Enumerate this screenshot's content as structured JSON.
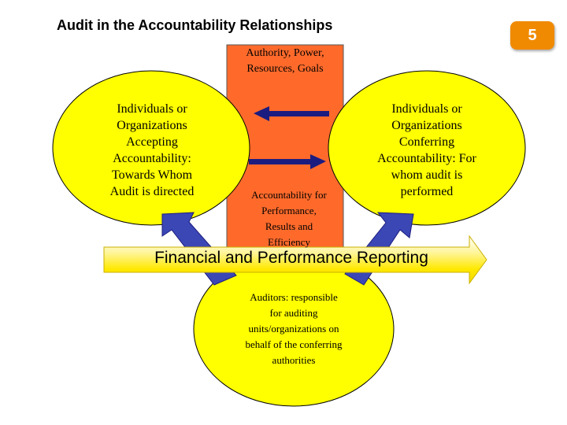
{
  "slide": {
    "title": "Audit in the Accountability Relationships",
    "page_number": "5"
  },
  "diagram": {
    "authority_box": "Authority, Power,\nResources, Goals",
    "accountability_box": "Accountability for\nPerformance,\nResults and\nEfficiency",
    "left_oval": "Individuals or\nOrganizations\nAccepting\nAccountability:\nTowards Whom\nAudit is directed",
    "right_oval": "Individuals or\nOrganizations\nConferring\nAccountability: For\nwhom audit is\nperformed",
    "bottom_oval": "Auditors: responsible\nfor auditing\nunits/organizations on\nbehalf of the conferring\nauthorities",
    "banner": "Financial and Performance Reporting"
  },
  "colors": {
    "oval_fill": "#ffff00",
    "box_fill": "#ff6a2b",
    "arrow_blue": "#1c1c80",
    "thick_arrow": "#3b47b5",
    "banner_fill": "#ffe900",
    "badge": "#f08a00"
  }
}
